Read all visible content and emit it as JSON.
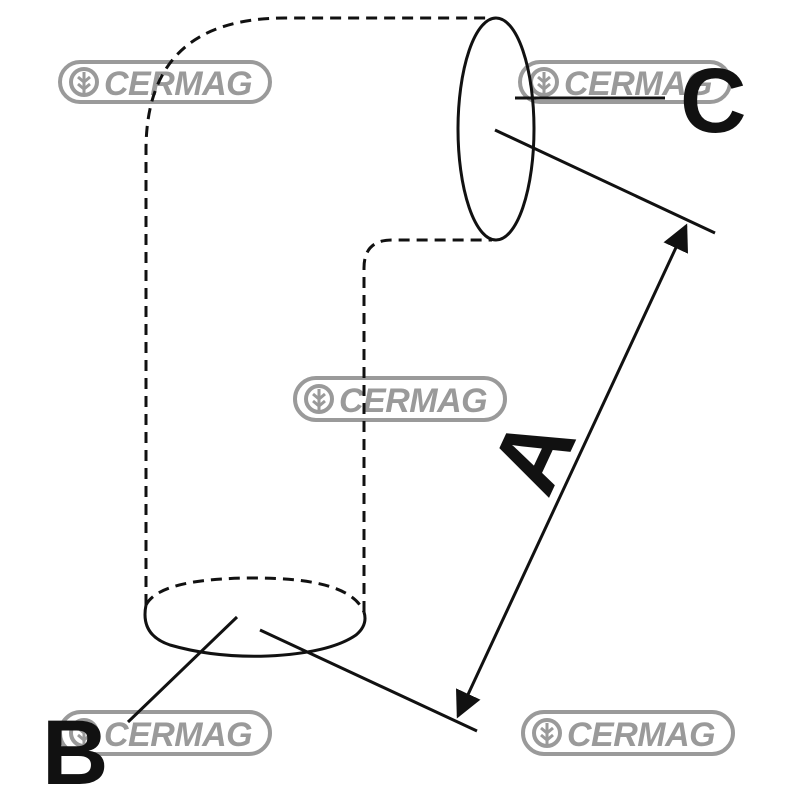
{
  "watermark": {
    "brand": "CERMAG",
    "icon": "cermag-leaf-logo-icon",
    "color": "#9a9a9a"
  },
  "dimensions": {
    "a_label": "A",
    "b_label": "B",
    "c_label": "C"
  },
  "colors": {
    "line": "#111111",
    "background": "#ffffff"
  }
}
